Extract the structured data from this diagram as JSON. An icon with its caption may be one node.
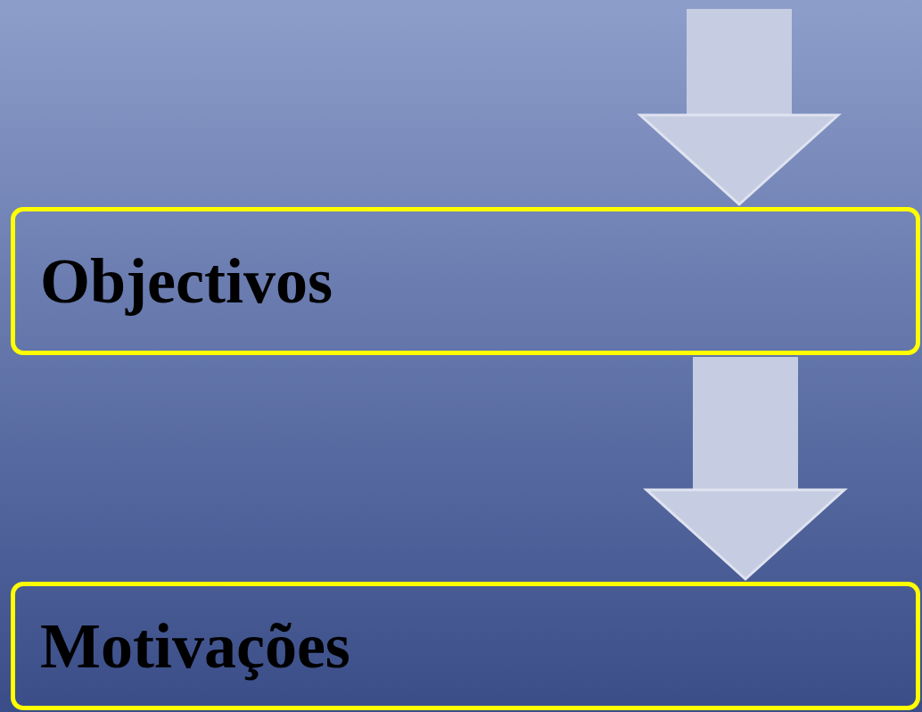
{
  "diagram": {
    "nodes": [
      {
        "text": [
          "Objectivos"
        ]
      },
      {
        "text": [
          "Motivações"
        ]
      }
    ],
    "edges": [
      {
        "from": null,
        "to": 0,
        "arrow": "to"
      },
      {
        "from": 0,
        "to": 1,
        "arrow": "to"
      }
    ]
  }
}
